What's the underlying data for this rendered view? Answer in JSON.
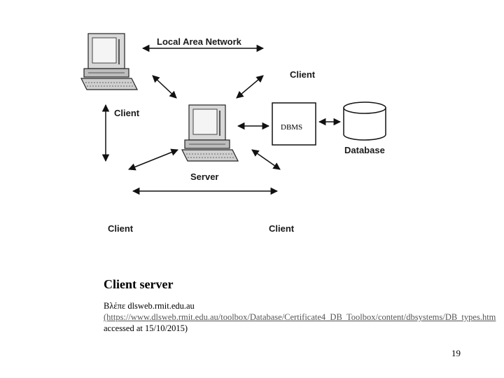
{
  "diagram": {
    "network_label": "Local Area Network",
    "client_top_right": "Client",
    "client_left": "Client",
    "server_label": "Server",
    "dbms_label": "DBMS",
    "database_label": "Database",
    "client_bottom_left": "Client",
    "client_bottom_right": "Client"
  },
  "caption": "Client server",
  "source": {
    "prefix": "Βλέπε dlsweb.rmit.edu.au",
    "link_text": "(https://www.dlsweb.rmit.edu.au/toolbox/Database/Certificate4_DB_Toolbox/content/dbsystems/DB_types.htm",
    "suffix": " accessed at 15/10/2015)"
  },
  "page_number": "19"
}
